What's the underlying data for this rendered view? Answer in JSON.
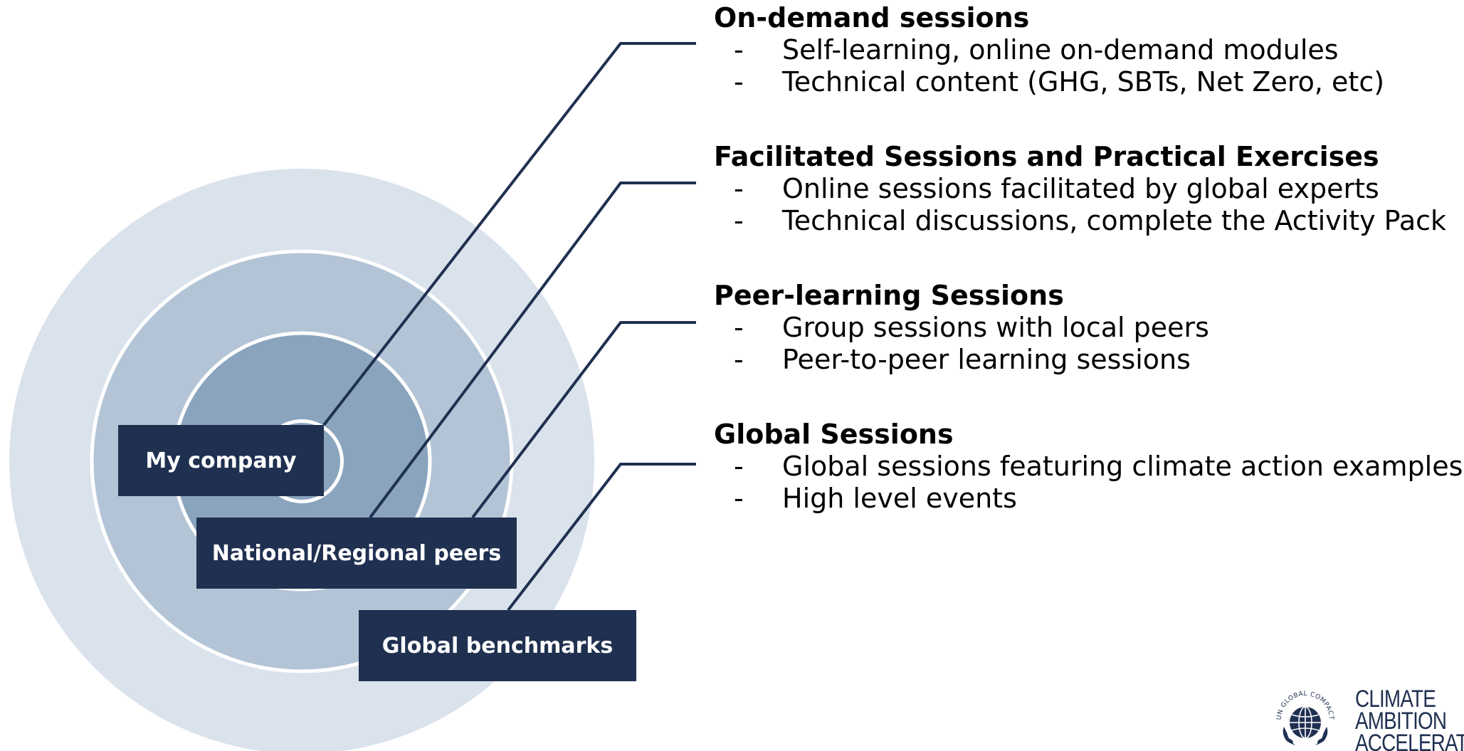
{
  "circles": {
    "outer_fill": "#dae2ec",
    "middle_fill": "#b3c4d6",
    "inner_fill": "#8aa4be",
    "core_fill": "#ffffff",
    "ring_stroke": "#ffffff"
  },
  "connector_color": "#1f3050",
  "labels": {
    "my_company": "My company",
    "national_regional_peers": "National/Regional peers",
    "global_benchmarks": "Global benchmarks"
  },
  "sections": [
    {
      "title": "On-demand sessions",
      "items": [
        "Self-learning, online on-demand modules",
        "Technical content (GHG, SBTs, Net Zero, etc)"
      ]
    },
    {
      "title": "Facilitated Sessions and Practical Exercises",
      "items": [
        "Online sessions facilitated by global experts",
        "Technical discussions, complete the Activity Pack"
      ]
    },
    {
      "title": "Peer-learning Sessions",
      "items": [
        "Group sessions with local peers",
        "Peer-to-peer learning sessions"
      ]
    },
    {
      "title": "Global Sessions",
      "items": [
        "Global sessions featuring climate action examples",
        "High level events"
      ]
    }
  ],
  "bullet_marker": "-",
  "logo": {
    "emblem_text": "UN GLOBAL COMPACT",
    "line1": "CLIMATE",
    "line2": "AMBITION",
    "line3": "ACCELERATOR"
  }
}
